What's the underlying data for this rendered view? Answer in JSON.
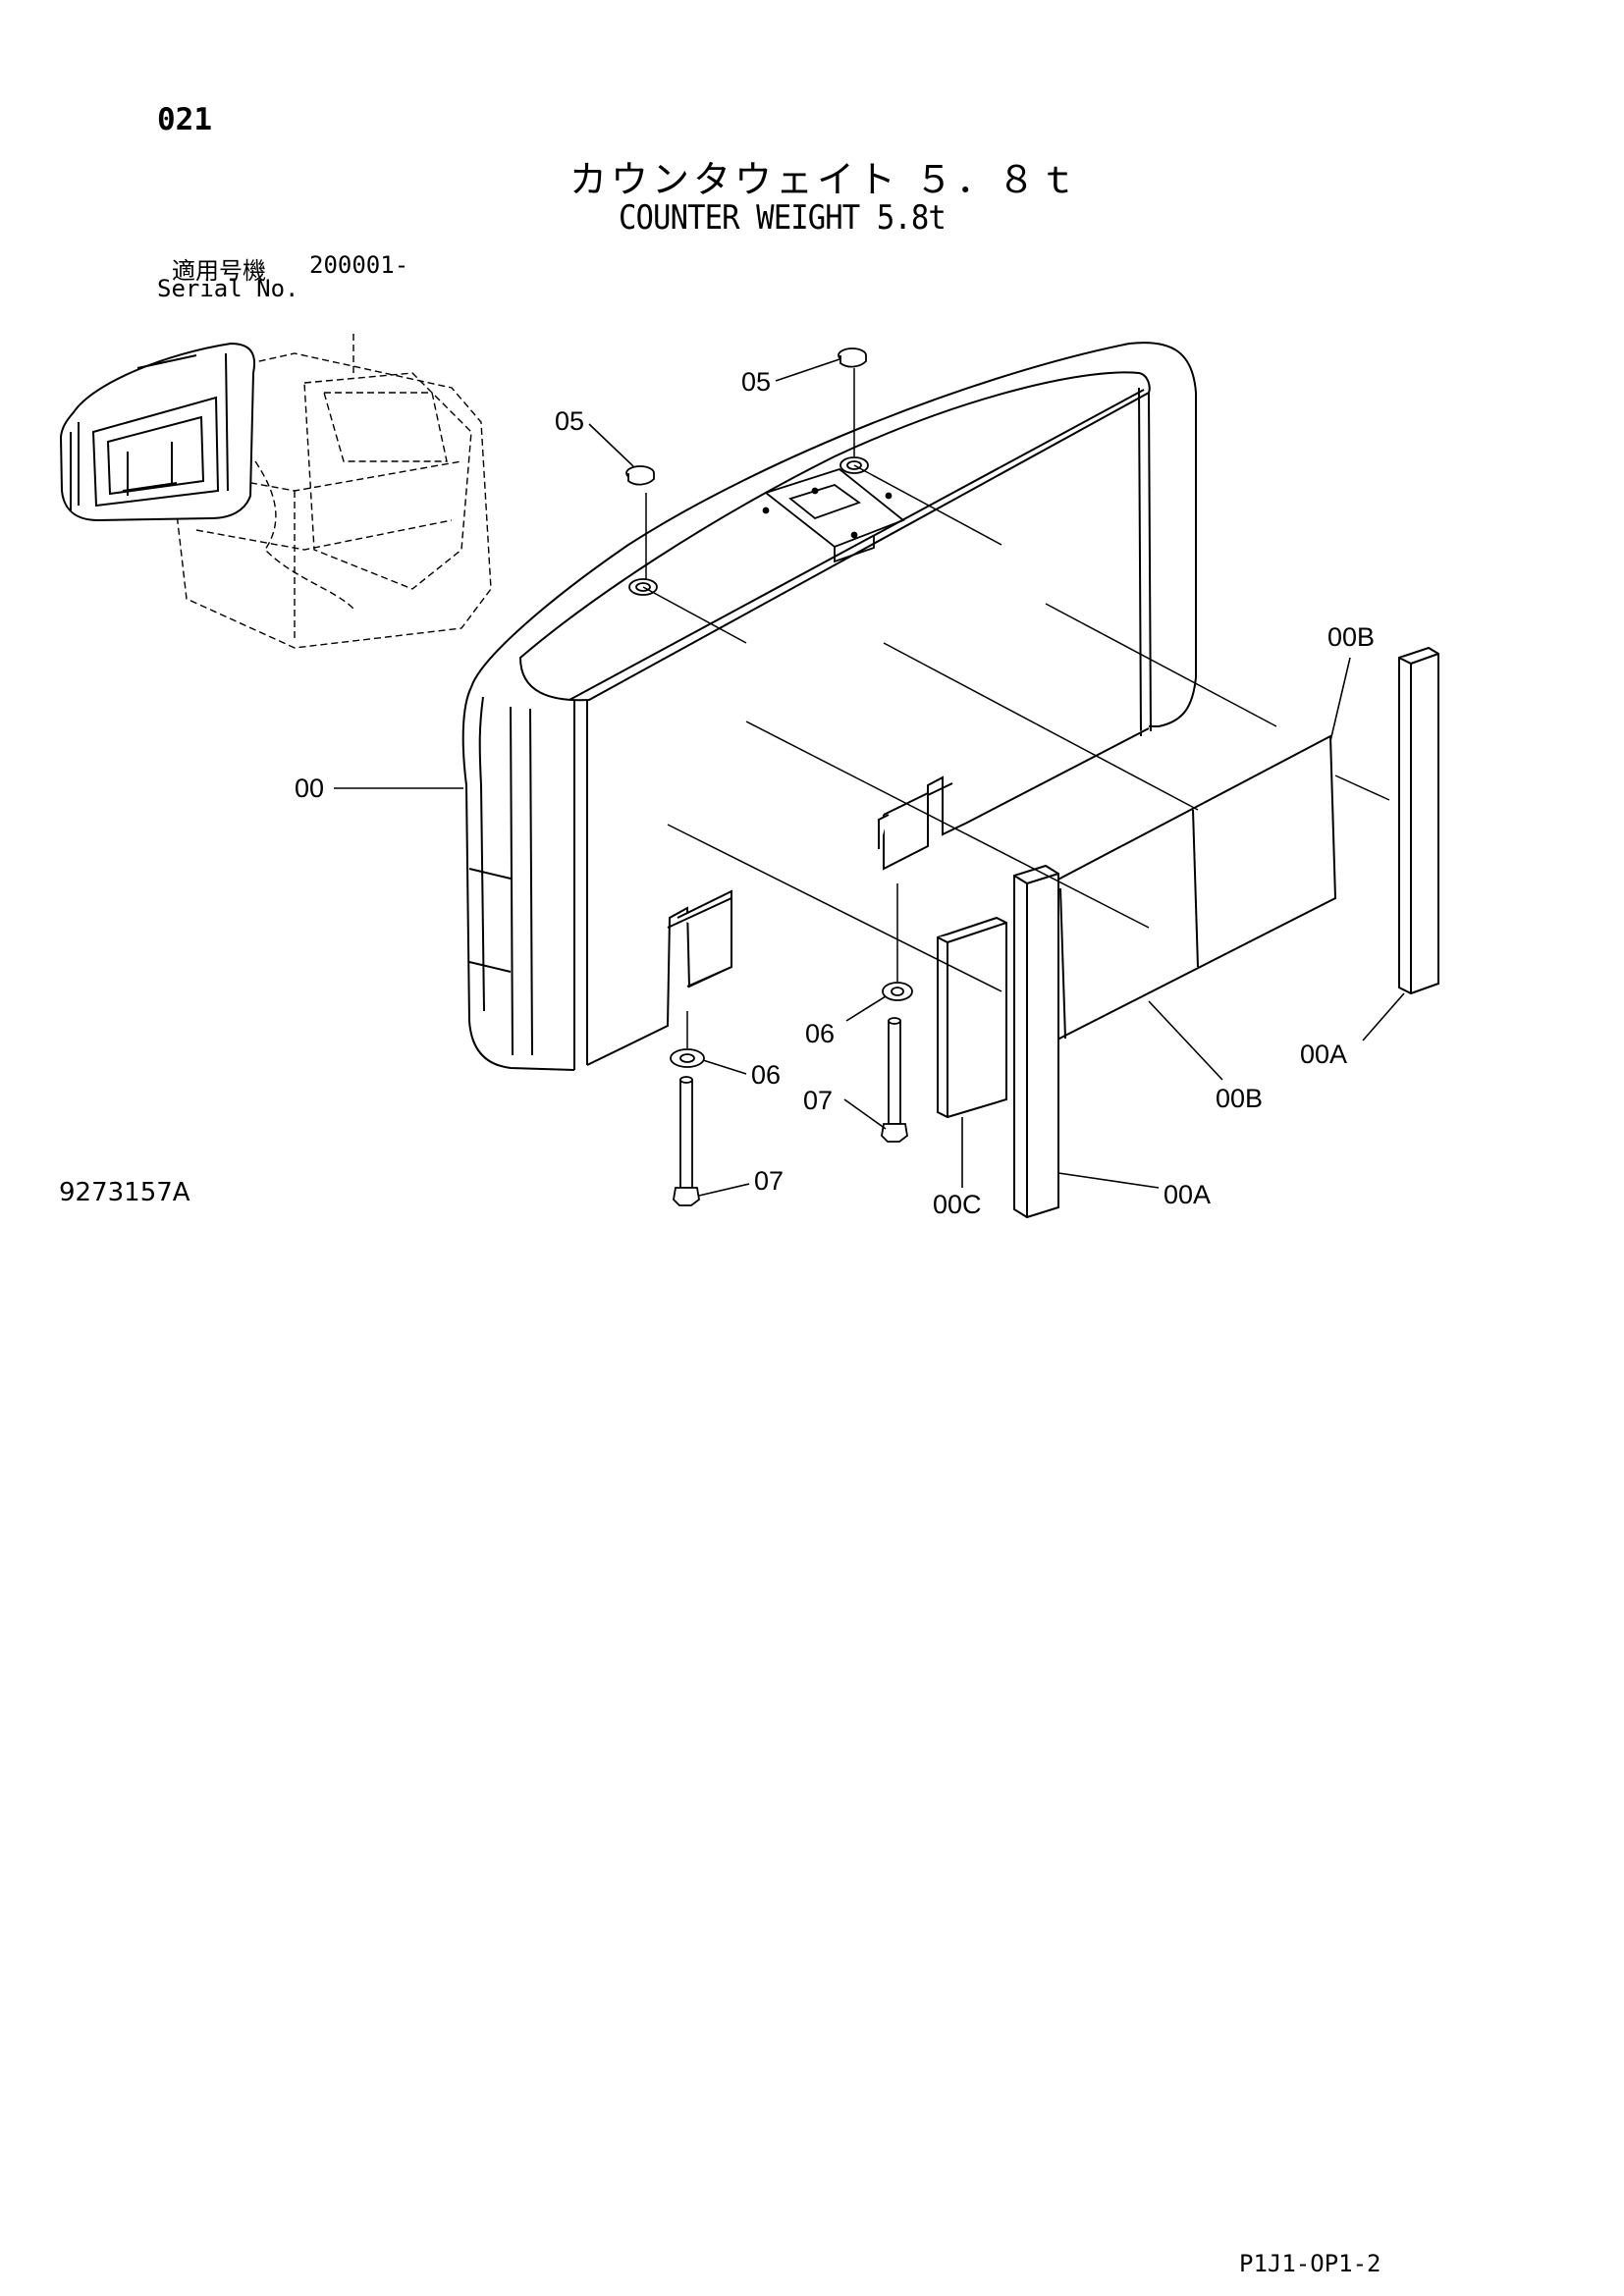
{
  "header": {
    "page_number": "021",
    "title_jp": "カウンタウェイト ５．８ｔ",
    "title_en": "COUNTER WEIGHT 5.8t",
    "serial_label_jp": "適用号機",
    "serial_value": "200001-",
    "serial_label_en": "Serial No."
  },
  "footer": {
    "drawing_number": "9273157A",
    "sheet_code": "P1J1-OP1-2"
  },
  "callouts": {
    "c05_a": "05",
    "c05_b": "05",
    "c00": "00",
    "c00B_top": "00B",
    "c06_left": "06",
    "c06_right": "06",
    "c07_mid": "07",
    "c07_bottom": "07",
    "c00C": "00C",
    "c00A_right": "00A",
    "c00B_bottom": "00B",
    "c00A_bottom": "00A"
  }
}
